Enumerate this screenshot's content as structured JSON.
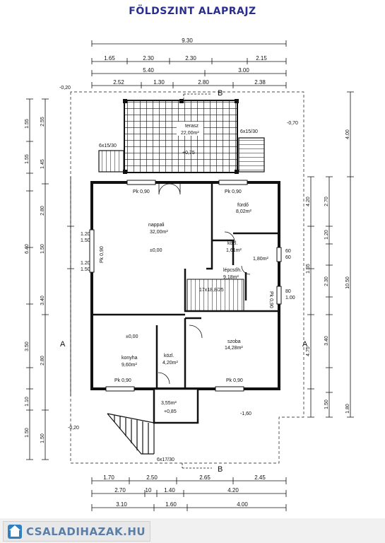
{
  "title": "FÖLDSZINT ALAPRAJZ",
  "watermark": "CSALADIHAZAK.HU",
  "rooms": {
    "terasz": {
      "name": "terasz",
      "area": "22,00m²"
    },
    "nappali": {
      "name": "nappali",
      "area": "32,00m²"
    },
    "furdo": {
      "name": "fürdő",
      "area": "8,02m²"
    },
    "kozl1": {
      "name": "közl.",
      "area": "1,61m²"
    },
    "wc": {
      "name": "1,80m²"
    },
    "lepcsohaz": {
      "name": "lépcsőh.",
      "area": "9,18m²"
    },
    "konyha": {
      "name": "konyha",
      "area": "9,60m²"
    },
    "kozl2": {
      "name": "közl.",
      "area": "4,20m²"
    },
    "szoba": {
      "name": "szoba",
      "area": "14,28m²"
    },
    "eloter": {
      "name": "3,55m²"
    }
  },
  "labels": {
    "stairs_left": "6x15/30",
    "stairs_right": "6x15/30",
    "stairs_main": "17x18,8/25",
    "stairs_entry": "6x17/30",
    "level_terrace": "+0,75",
    "level_living": "±0,00",
    "level_kitchen": "±0,00",
    "level_entry": "+0,85",
    "level_outside_right": "-0,70",
    "level_outside_left_top": "-0,20",
    "level_outside_left_bottom": "-0,20",
    "level_outside_bottom": "-1,60",
    "parapet1": "Pk 0,90",
    "parapet2": "Pk 0,90",
    "parapet3": "Pk 0,90",
    "parapet4": "Pk 0,90",
    "parapet5": "Pk 0,90",
    "parapet6": "Pk 0,90",
    "section_A_left": "A",
    "section_A_right": "A",
    "section_B_top": "B",
    "section_B_bottom": "B"
  },
  "dimensions": {
    "top_total": "9.30",
    "top_row1": [
      "1.65",
      "2.30",
      "2.30",
      "2.15"
    ],
    "top_row2": [
      "5.40",
      "3.00"
    ],
    "top_row3": [
      "2.52",
      "1.30",
      "2.80",
      "2.38"
    ],
    "bottom_row1": [
      "1.70",
      "2.50",
      "2.65",
      "2.45"
    ],
    "bottom_row2": [
      "2.70",
      "10",
      "1.40",
      "4.20"
    ],
    "bottom_row3": [
      "3.10",
      "1.60",
      "4.00"
    ],
    "left_total": "6.40",
    "left_row1": [
      "2.55",
      "1.55",
      "1.55",
      "1.45",
      "2.80",
      "1.50",
      "3.40",
      "3.50",
      "2.80",
      "1.10",
      "1.50",
      "1.50"
    ],
    "right_total": "10.50",
    "right_row1": [
      "4.00",
      "4.20",
      "2.70",
      "1.20",
      "1.55",
      "2.30",
      "4.75",
      "3.40",
      "1.50",
      "1.80"
    ],
    "window_dims": [
      "1.20",
      "1.50",
      "1.20",
      "1.50",
      "60",
      "60",
      "80",
      "1.00"
    ]
  }
}
